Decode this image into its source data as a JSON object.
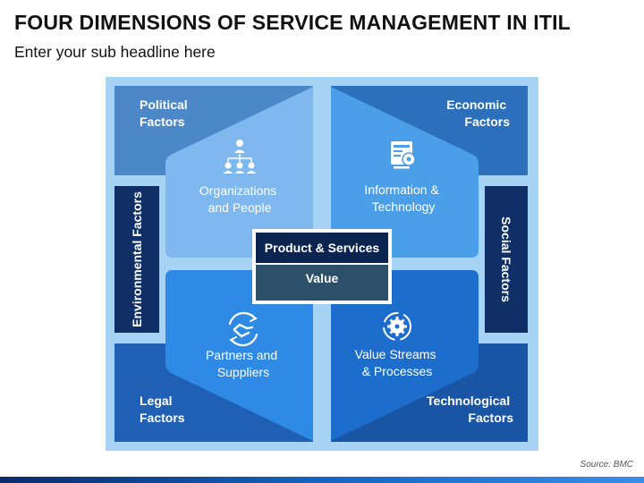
{
  "header": {
    "title": "FOUR DIMENSIONS OF SERVICE MANAGEMENT IN ITIL",
    "subtitle": "Enter your sub headline here"
  },
  "factors": {
    "political": [
      "Political",
      "Factors"
    ],
    "economic": [
      "Economic",
      "Factors"
    ],
    "legal": [
      "Legal",
      "Factors"
    ],
    "technological": [
      "Technological",
      "Factors"
    ],
    "environmental": "Environmental Factors",
    "social": "Social Factors"
  },
  "dimensions": {
    "organizations": [
      "Organizations",
      "and People"
    ],
    "information": [
      "Information &",
      "Technology"
    ],
    "partners": [
      "Partners and",
      "Suppliers"
    ],
    "value_streams": [
      "Value Streams",
      "& Processes"
    ]
  },
  "center": {
    "top": "Product & Services",
    "bottom": "Value"
  },
  "icons": {
    "organizations": "org-chart-icon",
    "information": "monitor-gear-icon",
    "partners": "handshake-icon",
    "value_streams": "gear-cycle-icon"
  },
  "source": "Source: BMC",
  "colors": {
    "frame": "#a7d4f5",
    "political": "#4c87c8",
    "economic": "#2c6fbb",
    "legal": "#1f60b5",
    "technological": "#1a55a5",
    "side_bars": "#0f2f66",
    "organizations": "#7eb8ee",
    "information": "#4a9fe8",
    "partners": "#2f8ae5",
    "value_streams": "#1d6ecc",
    "center_top": "#0c2550",
    "center_bottom": "#2c4f6a"
  }
}
